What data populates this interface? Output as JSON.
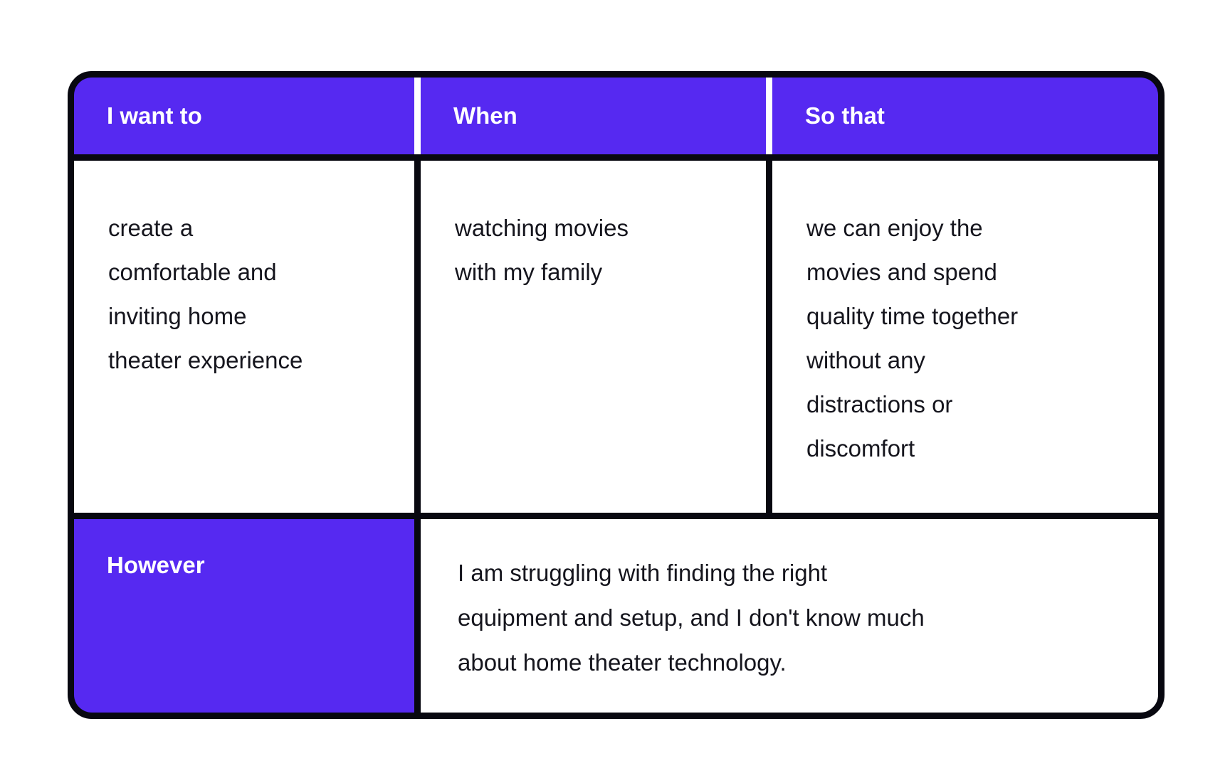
{
  "page": {
    "background": "#ffffff"
  },
  "colors": {
    "accent_purple": "#5629f1",
    "border_black": "#080810",
    "body_text": "#15151d",
    "header_text": "#ffffff",
    "header_separator": "#ffffff"
  },
  "table": {
    "header": {
      "col1": "I want to",
      "col2": "When",
      "col3": "So that"
    },
    "body": {
      "i_want_to": "create a\ncomfortable and\ninviting home\ntheater experience",
      "when": "watching movies\nwith my family",
      "so_that": "we can enjoy the\nmovies and spend\nquality time together\nwithout any\ndistractions or\ndiscomfort"
    },
    "however": {
      "label": "However",
      "text": "I am struggling with finding the right\nequipment and setup, and I don't know much\nabout home theater technology."
    }
  }
}
